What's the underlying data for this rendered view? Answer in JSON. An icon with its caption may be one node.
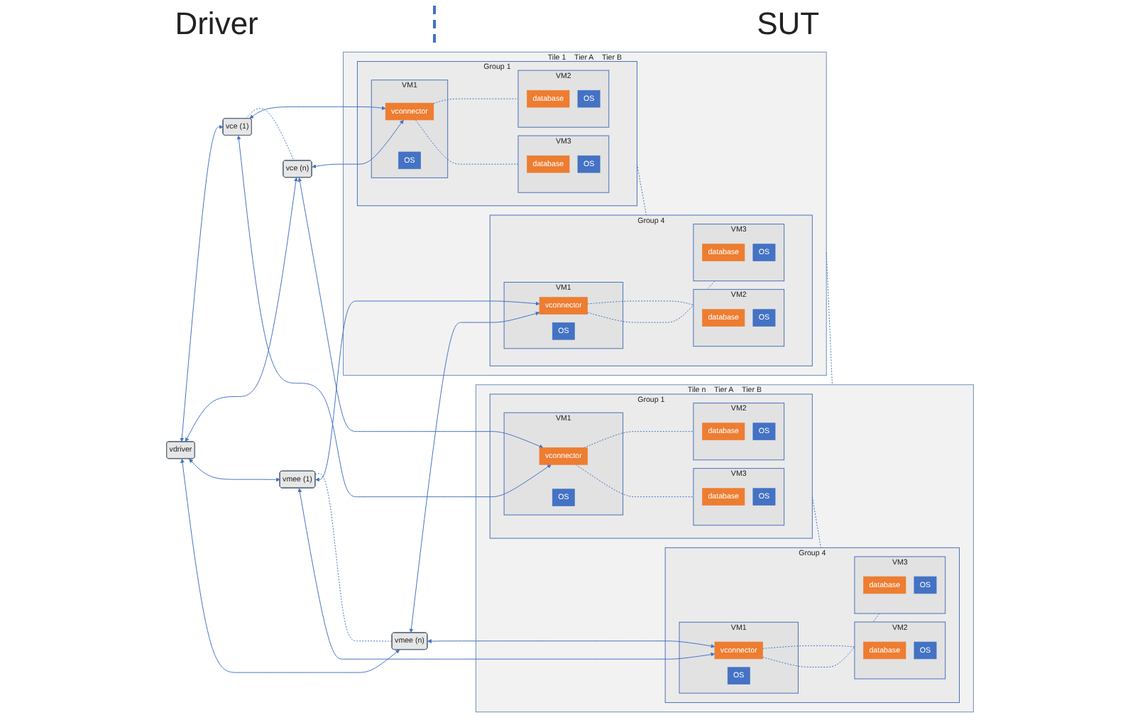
{
  "diagram": {
    "nodes": [
      {
        "text": [
          "vdriver"
        ]
      },
      {
        "text": [
          "vce (1)"
        ]
      },
      {
        "text": [
          "vce (n)"
        ]
      },
      {
        "text": [
          "vmee (1)"
        ]
      },
      {
        "text": [
          "vmee (n)"
        ]
      },
      {
        "text": [
          "Tile 1",
          "Tier A",
          "Tier B"
        ]
      },
      {
        "text": [
          "Group 1"
        ],
        "in": 5
      },
      {
        "text": [
          "VM1"
        ],
        "in": 6
      },
      {
        "text": [
          "vconnector"
        ],
        "in": 7
      },
      {
        "text": [
          "OS"
        ],
        "in": 7
      },
      {
        "text": [
          "VM2"
        ],
        "in": 6
      },
      {
        "text": [
          "database"
        ],
        "in": 10
      },
      {
        "text": [
          "OS"
        ],
        "in": 10
      },
      {
        "text": [
          "VM3"
        ],
        "in": 6
      },
      {
        "text": [
          "database"
        ],
        "in": 13
      },
      {
        "text": [
          "OS"
        ],
        "in": 13
      },
      {
        "text": [
          "Group 4"
        ],
        "in": 5
      },
      {
        "text": [
          "VM1"
        ],
        "in": 16
      },
      {
        "text": [
          "vconnector"
        ],
        "in": 17
      },
      {
        "text": [
          "OS"
        ],
        "in": 17
      },
      {
        "text": [
          "VM2"
        ],
        "in": 16
      },
      {
        "text": [
          "database"
        ],
        "in": 20
      },
      {
        "text": [
          "OS"
        ],
        "in": 20
      },
      {
        "text": [
          "VM3"
        ],
        "in": 16
      },
      {
        "text": [
          "database"
        ],
        "in": 23
      },
      {
        "text": [
          "OS"
        ],
        "in": 23
      },
      {
        "text": [
          "Tile n",
          "Tier A",
          "Tier B"
        ]
      },
      {
        "text": [
          "Group 1"
        ],
        "in": 26
      },
      {
        "text": [
          "VM1"
        ],
        "in": 27
      },
      {
        "text": [
          "vconnector"
        ],
        "in": 28
      },
      {
        "text": [
          "OS"
        ],
        "in": 28
      },
      {
        "text": [
          "VM2"
        ],
        "in": 27
      },
      {
        "text": [
          "database"
        ],
        "in": 31
      },
      {
        "text": [
          "OS"
        ],
        "in": 31
      },
      {
        "text": [
          "VM3"
        ],
        "in": 27
      },
      {
        "text": [
          "database"
        ],
        "in": 34
      },
      {
        "text": [
          "OS"
        ],
        "in": 34
      },
      {
        "text": [
          "Group 4"
        ],
        "in": 26
      },
      {
        "text": [
          "VM1"
        ],
        "in": 37
      },
      {
        "text": [
          "vconnector"
        ],
        "in": 38
      },
      {
        "text": [
          "OS"
        ],
        "in": 38
      },
      {
        "text": [
          "VM2"
        ],
        "in": 37
      },
      {
        "text": [
          "database"
        ],
        "in": 41
      },
      {
        "text": [
          "OS"
        ],
        "in": 41
      },
      {
        "text": [
          "VM3"
        ],
        "in": 37
      },
      {
        "text": [
          "database"
        ],
        "in": 44
      },
      {
        "text": [
          "OS"
        ],
        "in": 44
      }
    ],
    "edges": [
      {
        "from": 0,
        "to": 1,
        "arrow": "both"
      },
      {
        "from": 0,
        "to": 2,
        "arrow": "both"
      },
      {
        "from": 0,
        "to": 3,
        "arrow": "both"
      },
      {
        "from": 0,
        "to": 4,
        "arrow": "both"
      },
      {
        "from": 1,
        "to": 2,
        "arrow": "none",
        "style": "dashed"
      },
      {
        "from": 3,
        "to": 4,
        "arrow": "none",
        "style": "dashed"
      },
      {
        "from": 1,
        "to": 8,
        "arrow": "both"
      },
      {
        "from": 1,
        "to": 29,
        "arrow": "both"
      },
      {
        "from": 2,
        "to": 8,
        "arrow": "both"
      },
      {
        "from": 2,
        "to": 29,
        "arrow": "both"
      },
      {
        "from": 4,
        "to": 18,
        "arrow": "both"
      },
      {
        "from": 4,
        "to": 39,
        "arrow": "both"
      },
      {
        "from": 3,
        "to": 18,
        "arrow": "both"
      },
      {
        "from": 3,
        "to": 39,
        "arrow": "both"
      },
      {
        "from": 8,
        "to": 10,
        "arrow": "none",
        "style": "dashed"
      },
      {
        "from": 8,
        "to": 13,
        "arrow": "none",
        "style": "dashed"
      },
      {
        "from": 18,
        "to": 20,
        "arrow": "none",
        "style": "dashed"
      },
      {
        "from": 18,
        "to": 23,
        "arrow": "none",
        "style": "dashed"
      },
      {
        "from": 29,
        "to": 31,
        "arrow": "none",
        "style": "dashed"
      },
      {
        "from": 29,
        "to": 34,
        "arrow": "none",
        "style": "dashed"
      },
      {
        "from": 39,
        "to": 41,
        "arrow": "none",
        "style": "dashed"
      },
      {
        "from": 39,
        "to": 44,
        "arrow": "none",
        "style": "dashed"
      },
      {
        "from": 6,
        "to": 16,
        "arrow": "none",
        "style": "dashed"
      },
      {
        "from": 27,
        "to": 37,
        "arrow": "none",
        "style": "dashed"
      },
      {
        "from": 5,
        "to": 26,
        "arrow": "none",
        "style": "dashed"
      }
    ],
    "labels": [
      "Driver",
      "SUT"
    ]
  }
}
